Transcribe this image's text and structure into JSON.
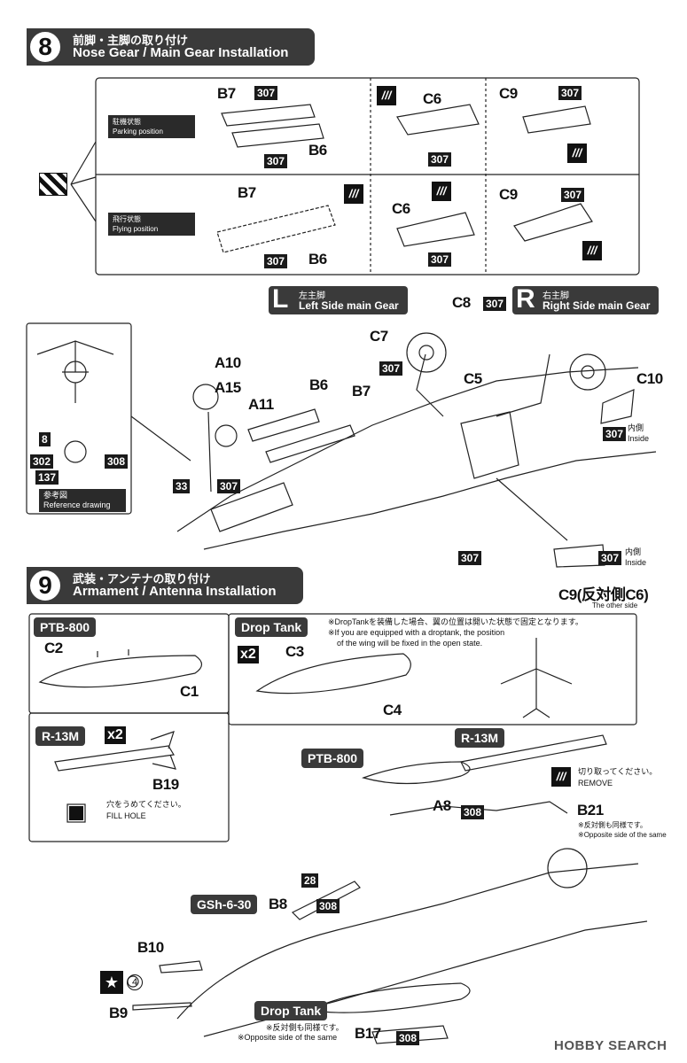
{
  "step8": {
    "number": "8",
    "title_jp": "前脚・主脚の取り付け",
    "title_en": "Nose Gear / Main Gear Installation",
    "parking": {
      "jp": "駐機状態",
      "en": "Parking position"
    },
    "flying": {
      "jp": "飛行状態",
      "en": "Flying position"
    },
    "left_gear": {
      "letter": "L",
      "jp": "左主脚",
      "en": "Left Side main Gear"
    },
    "right_gear": {
      "letter": "R",
      "jp": "右主脚",
      "en": "Right Side main Gear"
    },
    "reference": {
      "jp": "参考図",
      "en": "Reference drawing"
    },
    "inside_jp": "内側",
    "inside_en": "Inside",
    "c9_other": "C9(反対側C6)",
    "c9_other_en": "The other side",
    "parts": {
      "b7": "B7",
      "b6": "B6",
      "c6": "C6",
      "c9": "C9",
      "c8": "C8",
      "c7": "C7",
      "c5": "C5",
      "c10": "C10",
      "a10": "A10",
      "a15": "A15",
      "a11": "A11",
      "n307": "307",
      "n8": "8",
      "n302": "302",
      "n308": "308",
      "n137": "137",
      "n33": "33"
    }
  },
  "step9": {
    "number": "9",
    "title_jp": "武装・アンテナの取り付け",
    "title_en": "Armament / Antenna Installation",
    "ptb800": "PTB-800",
    "drop_tank": "Drop Tank",
    "x2": "x2",
    "drop_note": "※DropTankを装備した場合、翼の位置は開いた状態で固定となります。",
    "drop_note_en1": "※If you are equipped with a droptank, the position",
    "drop_note_en2": "of the wing will be fixed in the open state.",
    "r13m": "R-13M",
    "fill_hole_jp": "穴をうめてください。",
    "fill_hole_en": "FILL HOLE",
    "remove_jp": "切り取ってください。",
    "remove_en": "REMOVE",
    "opposite_jp": "※反対側も同様です。",
    "opposite_en": "※Opposite side of the same",
    "gsh": "GSh-6-30",
    "parts": {
      "c2": "C2",
      "c1": "C1",
      "c3": "C3",
      "c4": "C4",
      "b19": "B19",
      "a8": "A8",
      "b21": "B21",
      "b8": "B8",
      "b10": "B10",
      "b9": "B9",
      "b17": "B17",
      "n28": "28",
      "n308": "308",
      "n4": "4"
    }
  },
  "watermark": "HOBBY SEARCH",
  "colors": {
    "header_bg": "#3a3a3a",
    "ink": "#111111"
  }
}
